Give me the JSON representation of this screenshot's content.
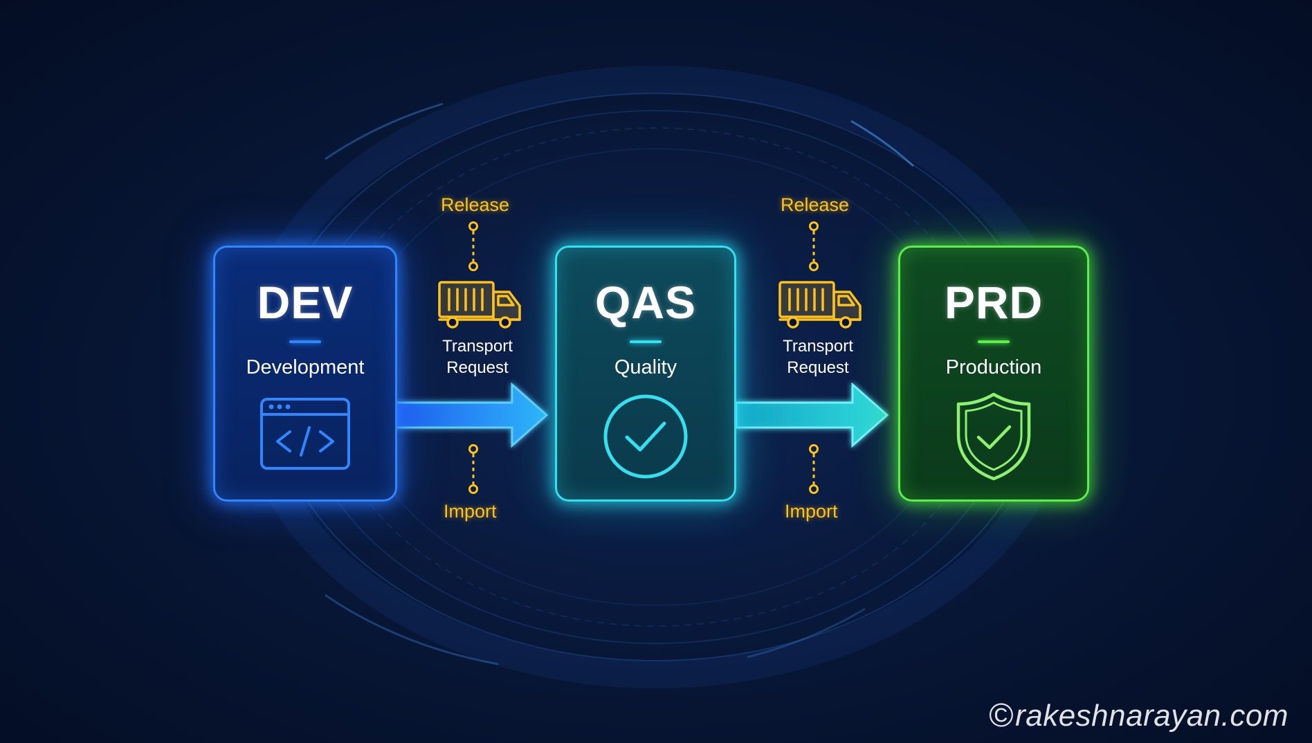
{
  "environments": [
    {
      "code": "DEV",
      "name": "Development",
      "icon": "code-window-icon",
      "color": "#2f86ff"
    },
    {
      "code": "QAS",
      "name": "Quality",
      "icon": "check-circle-icon",
      "color": "#33e0f0"
    },
    {
      "code": "PRD",
      "name": "Production",
      "icon": "shield-check-icon",
      "color": "#5cf04a"
    }
  ],
  "transports": [
    {
      "release_label": "Release",
      "request_label_line1": "Transport",
      "request_label_line2": "Request",
      "import_label": "Import",
      "icon": "truck-icon"
    },
    {
      "release_label": "Release",
      "request_label_line1": "Transport",
      "request_label_line2": "Request",
      "import_label": "Import",
      "icon": "truck-icon"
    }
  ],
  "watermark": {
    "symbol": "©",
    "text": "rakeshnarayan.com"
  },
  "colors": {
    "background": "#06122e",
    "accent_yellow": "#ffc21a"
  }
}
